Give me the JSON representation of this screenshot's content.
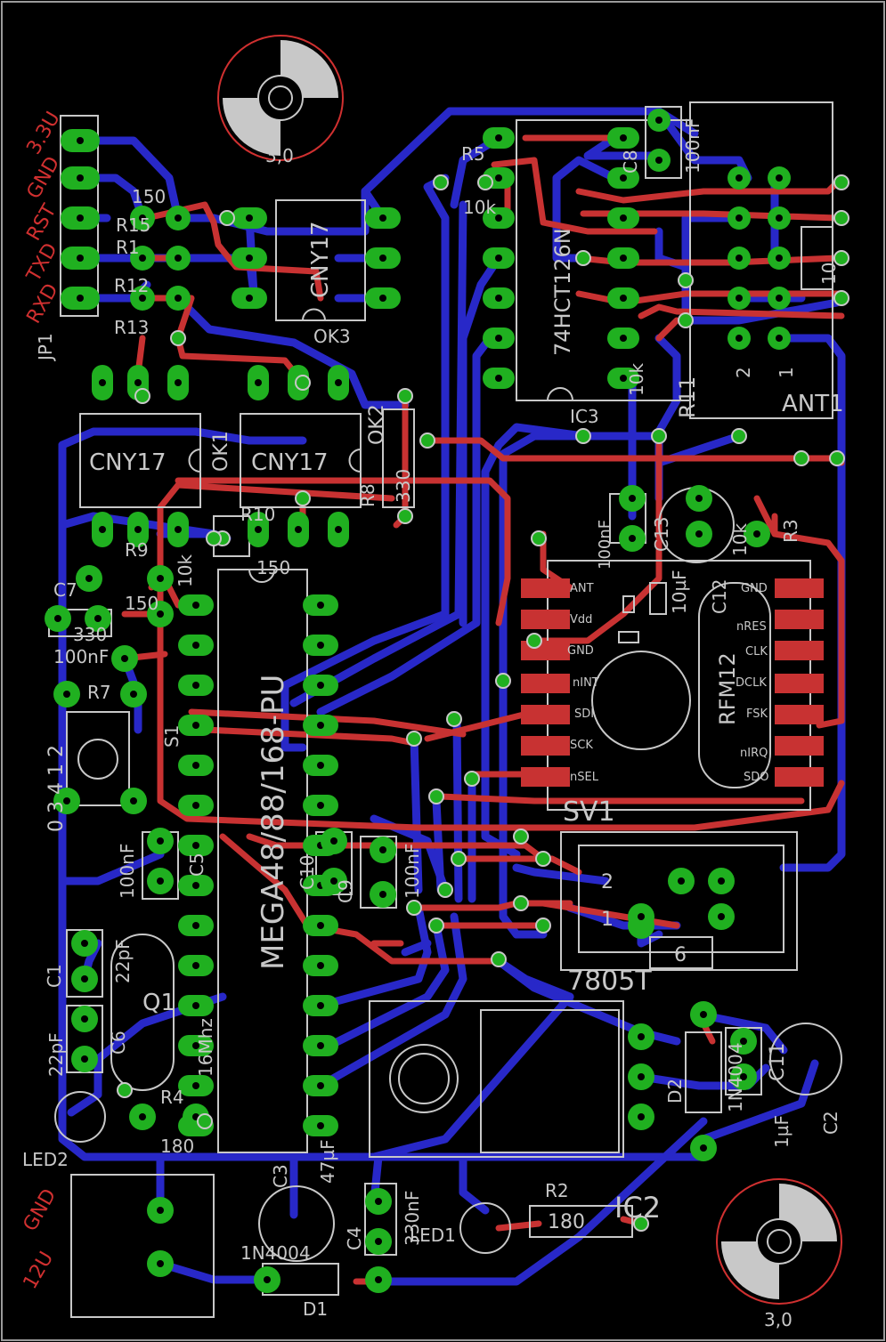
{
  "board": {
    "background": "#000000",
    "outline": "#9a9a9a"
  },
  "colors": {
    "bottom_copper": "#2828c8",
    "top_copper": "#c83232",
    "pad": "#20b020",
    "via": "#c8c8c8",
    "silkscreen": "#c8c8c8",
    "label_red": "#d03030",
    "hole": "#d03030"
  },
  "labels": {
    "jp1": "JP1",
    "pin_3v3": "3.3U",
    "pin_gnd": "GND",
    "pin_rst": "RST",
    "pin_txd": "TXD",
    "pin_rxd": "RXD",
    "r15_val": "150",
    "r15": "R15",
    "r_top": "R1",
    "r12": "R12",
    "r13": "R13",
    "ok3_part": "CNY17",
    "ok3": "OK3",
    "ok1_part": "CNY17",
    "ok1": "OK1",
    "ok2_part": "CNY17",
    "ok2": "OK2",
    "r5": "R5",
    "r5_val": "10k",
    "ic3_part": "74HCT126N",
    "ic3": "IC3",
    "c8": "C8",
    "c8_val": "100nF",
    "r11": "R11",
    "r11_val": "10k",
    "ant1": "ANT1",
    "ant_pin10": "10",
    "ant_pin1": "1",
    "ant_pin2": "2",
    "r8": "R8",
    "r8_val": "330",
    "r10": "R10",
    "r10_val": "150",
    "r9": "R9",
    "r9_val": "10k",
    "r6_val": "150",
    "c7": "C7",
    "c7_val": "100nF",
    "r7": "R7",
    "r7_val": "330",
    "s1": "S1",
    "s1_pins": "0 3 4 1 2",
    "c13_val": "100nF",
    "c13": "C13",
    "c12_val": "10µF",
    "c12": "C12",
    "r3": "R3",
    "r3_val": "10k",
    "rfm_ant": "ANT",
    "rfm_vdd": "Vdd",
    "rfm_gnd": "GND",
    "rfm_nint": "nINT",
    "rfm_sdi": "SDI",
    "rfm_sck": "SCK",
    "rfm_nsel": "nSEL",
    "rfm_gnd2": "GND",
    "rfm_nres": "nRES",
    "rfm_clk": "CLK",
    "rfm_dclk": "DCLK",
    "rfm_fsk": "FSK",
    "rfm_nirq": "nIRQ",
    "rfm_sdo": "SDO",
    "rfm": "RFM12",
    "mcu": "MEGA48/88/168-PU",
    "sv1": "SV1",
    "sv1_p2": "2",
    "sv1_p1": "1",
    "sv1_p6": "6",
    "c5": "C5",
    "c5_val": "100nF",
    "c10": "C10",
    "c9": "C9",
    "c9_val": "100nF",
    "c1": "C1",
    "c1_val": "22pF",
    "c6": "C6",
    "c6_val": "22pF",
    "q1": "Q1",
    "q1_val": "16Mhz",
    "r4": "R4",
    "r4_val": "180",
    "led2": "LED2",
    "vreg": "7805T",
    "ic2": "IC2",
    "d2_part": "1N4004",
    "d2": "D2",
    "c11": "C11",
    "c2_val": "1µF",
    "c2": "C2",
    "c3": "C3",
    "c3_val": "47µF",
    "c4": "C4",
    "c4_val": "330nF",
    "led1": "LED1",
    "r2": "R2",
    "r2_val": "180",
    "d1_part": "1N4004",
    "d1": "D1",
    "pwr_gnd": "GND",
    "pwr_12v": "12U",
    "hole_top": "3,0",
    "hole_bot": "3,0"
  }
}
